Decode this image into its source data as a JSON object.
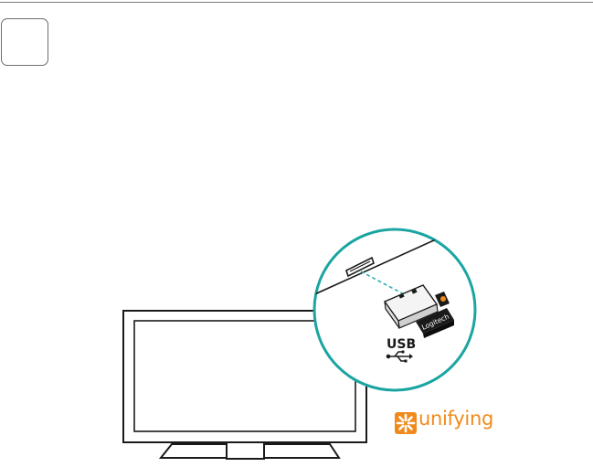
{
  "step": {
    "number": ""
  },
  "receiver": {
    "brand_text": "Logitech"
  },
  "usb": {
    "label": "USB"
  },
  "unifying": {
    "label": "unifying"
  },
  "colors": {
    "callout_circle": "#1aa5a2",
    "connection_line": "#2ab0ad",
    "unifying_logo": "#f08a1c",
    "receiver_body": "#1a1a1a",
    "outline": "#1a1a1a"
  }
}
